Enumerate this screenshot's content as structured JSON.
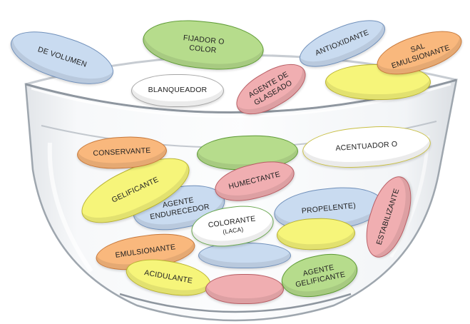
{
  "labels": {
    "de_volumen": "DE VOLUMEN",
    "fijador_1": "FIJADOR O",
    "fijador_2": "COLOR",
    "antioxidante": "ANTIOXIDANTE",
    "sal_1": "SAL",
    "sal_2": "EMULSIONANTE",
    "blanqueador": "BLANQUEADOR",
    "glaseado_1": "AGENTE DE",
    "glaseado_2": "GLASEADO",
    "conservante": "CONSERVANTE",
    "gelificante": "GELIFICANTE",
    "acentuador": "ACENTUADOR O",
    "humectante": "HUMECTANTE",
    "endurecedor_1": "AGENTE",
    "endurecedor_2": "ENDURECEDOR",
    "propelente": "PROPELENTE)",
    "estabilizante": "ESTABILIZANTE",
    "colorante_1": "COLORANTE",
    "colorante_2": "(LACA)",
    "emulsionante": "EMULSIONANTE",
    "acidulante": "ACIDULANTE",
    "agente_gelificante_1": "AGENTE",
    "agente_gelificante_2": "GELIFICANTE"
  }
}
